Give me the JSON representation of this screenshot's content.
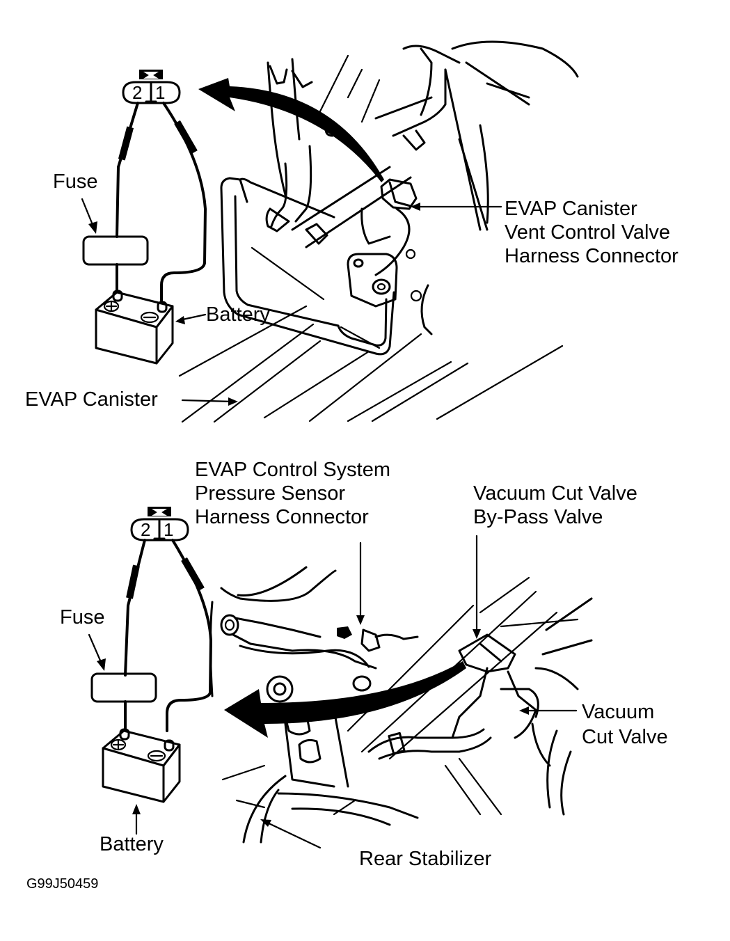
{
  "figure_code": "G99J50459",
  "panels": [
    {
      "id": "top",
      "connector_pins": [
        "2",
        "1"
      ],
      "labels": {
        "fuse": "Fuse",
        "battery": "Battery",
        "canister": "EVAP Canister",
        "vent_valve_connector": [
          "EVAP Canister",
          "Vent Control Valve",
          "Harness Connector"
        ]
      }
    },
    {
      "id": "bottom",
      "connector_pins": [
        "2",
        "1"
      ],
      "labels": {
        "fuse": "Fuse",
        "battery": "Battery",
        "pressure_sensor_connector": [
          "EVAP Control System",
          "Pressure Sensor",
          "Harness Connector"
        ],
        "bypass_valve": [
          "Vacuum Cut Valve",
          "By-Pass Valve"
        ],
        "vacuum_cut_valve": [
          "Vacuum",
          "Cut Valve"
        ],
        "rear_stabilizer": "Rear Stabilizer"
      }
    }
  ]
}
